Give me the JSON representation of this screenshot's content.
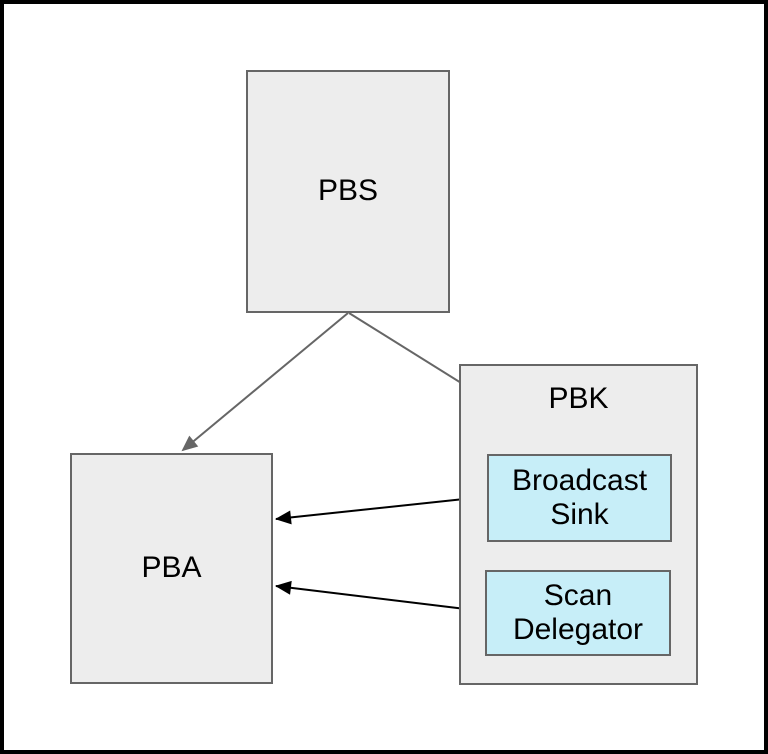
{
  "diagram": {
    "title": "",
    "nodes": {
      "pbs": {
        "label": "PBS",
        "type": "box"
      },
      "pba": {
        "label": "PBA",
        "type": "box"
      },
      "pbk": {
        "label": "PBK",
        "type": "container"
      },
      "broadcast_sink": {
        "label": "Broadcast Sink",
        "type": "sub-box",
        "parent": "PBK"
      },
      "scan_delegator": {
        "label": "Scan Delegator",
        "type": "sub-box",
        "parent": "PBK"
      }
    },
    "edges": [
      {
        "from": "PBS",
        "to": "PBA",
        "direction": "one-way",
        "color": "#666666"
      },
      {
        "from": "PBS",
        "to": "Broadcast Sink",
        "direction": "one-way",
        "color": "#666666"
      },
      {
        "from": "PBA",
        "to": "Broadcast Sink",
        "direction": "two-way",
        "color": "#000000"
      },
      {
        "from": "PBA",
        "to": "Scan Delegator",
        "direction": "two-way",
        "color": "#000000"
      }
    ],
    "colors": {
      "node_fill": "#ededed",
      "node_border": "#666666",
      "highlight_fill": "#c7eef8",
      "gray_arrow": "#666666",
      "black_arrow": "#000000",
      "frame_border": "#000000",
      "background": "#ffffff",
      "text": "#000000"
    }
  }
}
